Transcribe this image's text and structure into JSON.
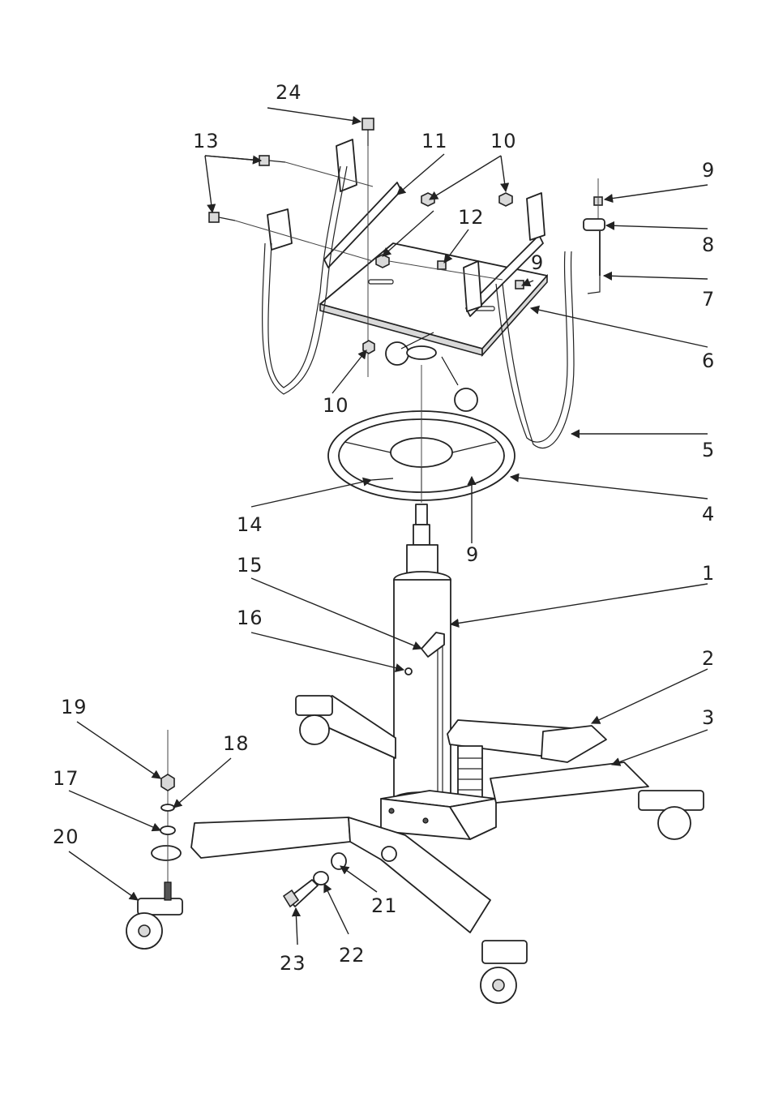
{
  "callouts": [
    {
      "id": "c24",
      "label": "24"
    },
    {
      "id": "c13",
      "label": "13"
    },
    {
      "id": "c11",
      "label": "11"
    },
    {
      "id": "c10a",
      "label": "10"
    },
    {
      "id": "c9a",
      "label": "9"
    },
    {
      "id": "c12",
      "label": "12"
    },
    {
      "id": "c9b",
      "label": "9"
    },
    {
      "id": "c8",
      "label": "8"
    },
    {
      "id": "c7",
      "label": "7"
    },
    {
      "id": "c6",
      "label": "6"
    },
    {
      "id": "c10b",
      "label": "10"
    },
    {
      "id": "c5",
      "label": "5"
    },
    {
      "id": "c14",
      "label": "14"
    },
    {
      "id": "c4",
      "label": "4"
    },
    {
      "id": "c9c",
      "label": "9"
    },
    {
      "id": "c15",
      "label": "15"
    },
    {
      "id": "c1",
      "label": "1"
    },
    {
      "id": "c16",
      "label": "16"
    },
    {
      "id": "c2",
      "label": "2"
    },
    {
      "id": "c19",
      "label": "19"
    },
    {
      "id": "c3",
      "label": "3"
    },
    {
      "id": "c18",
      "label": "18"
    },
    {
      "id": "c17",
      "label": "17"
    },
    {
      "id": "c20",
      "label": "20"
    },
    {
      "id": "c21",
      "label": "21"
    },
    {
      "id": "c23",
      "label": "23"
    },
    {
      "id": "c22",
      "label": "22"
    }
  ]
}
